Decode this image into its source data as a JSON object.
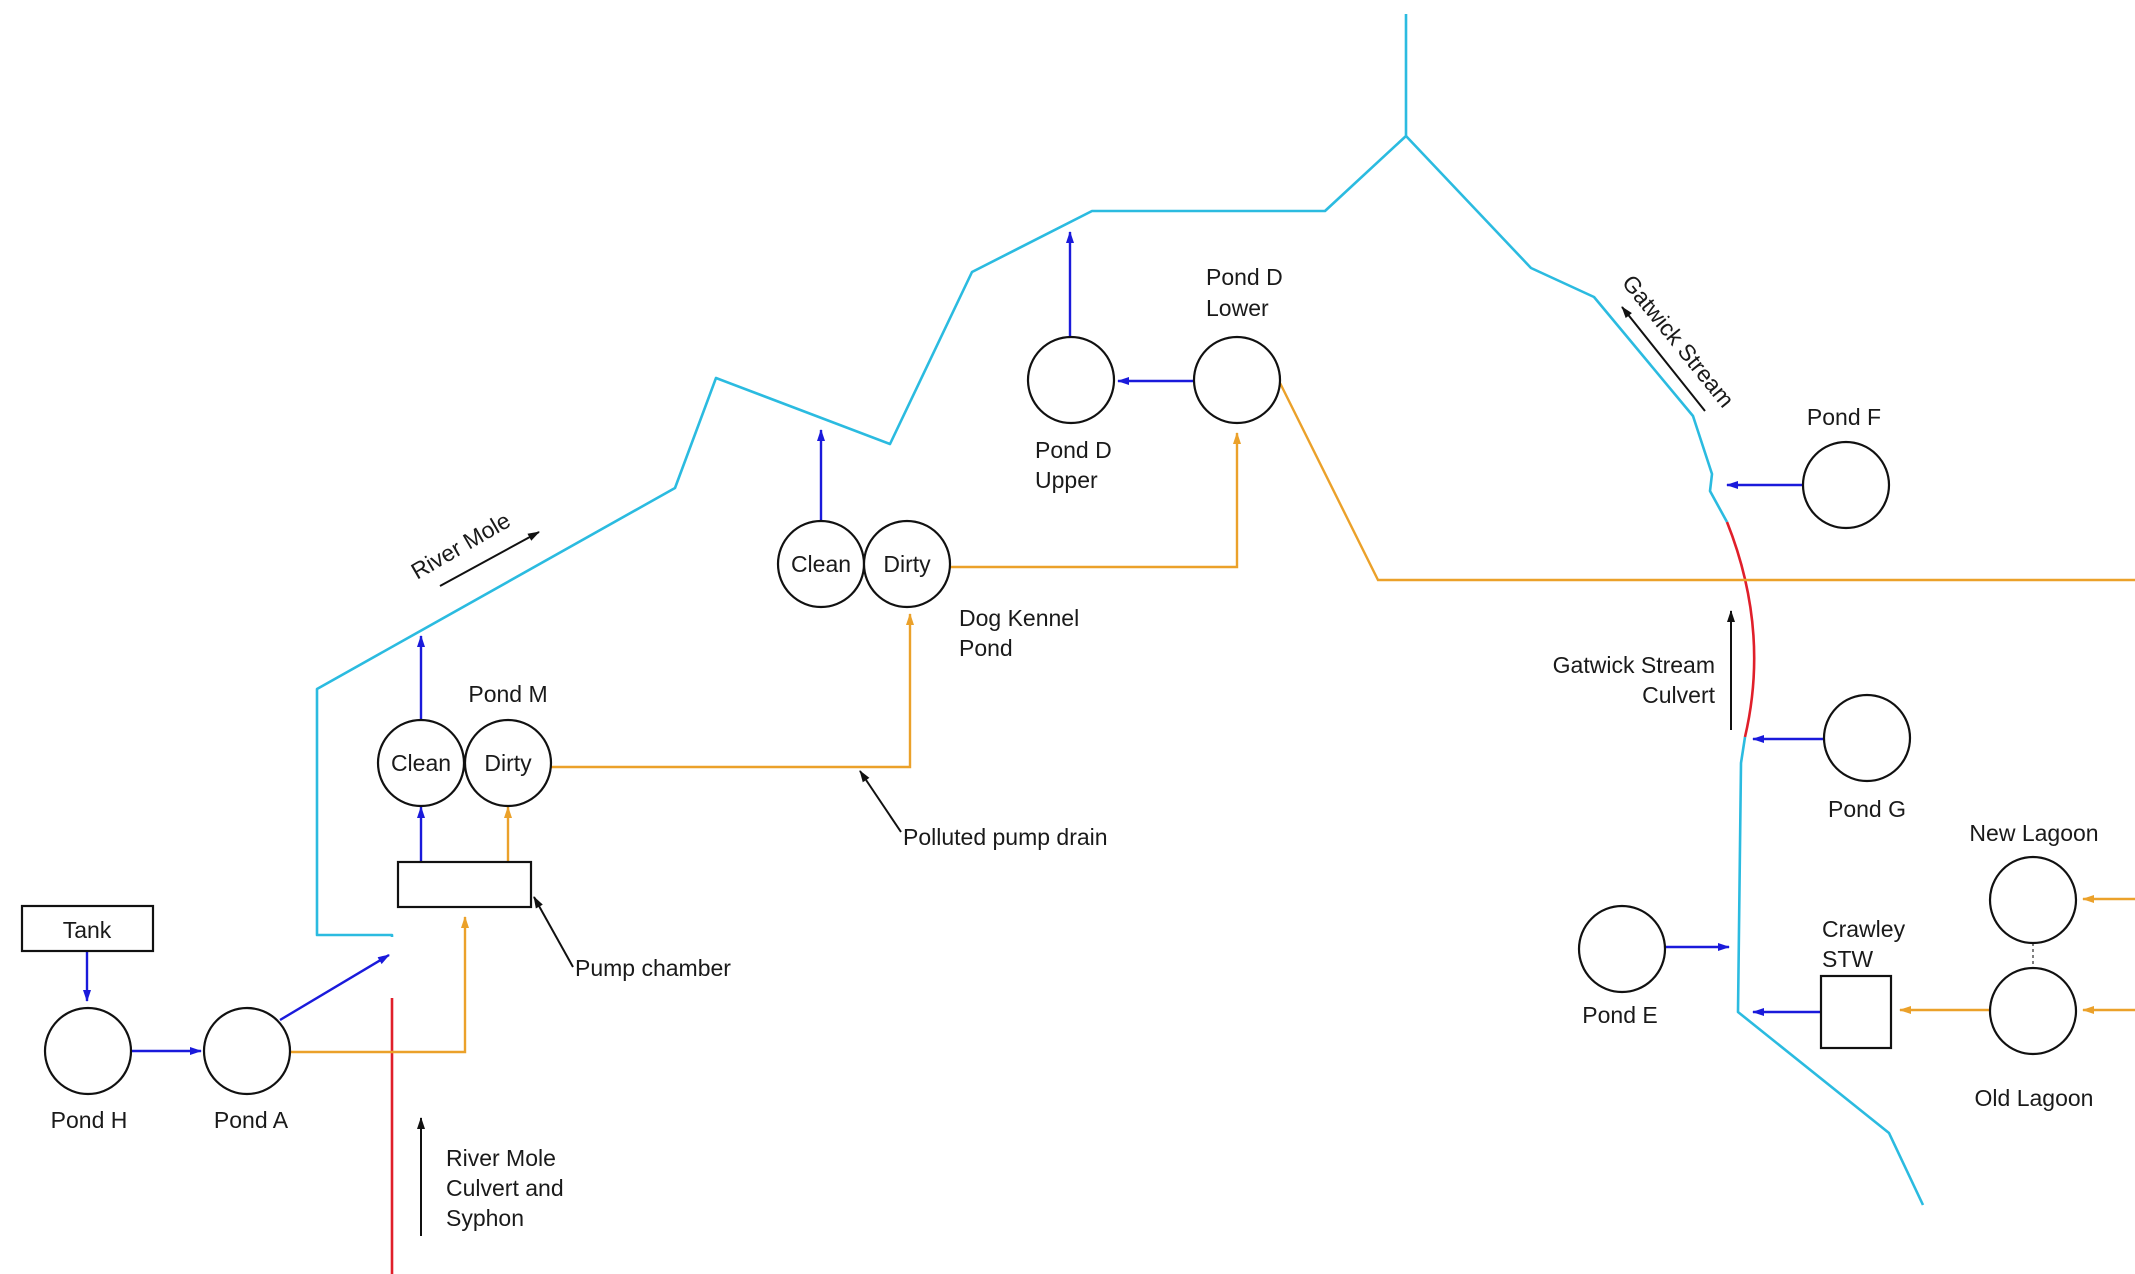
{
  "colors": {
    "watercourse": "#2bbbe0",
    "culvert": "#e01f2a",
    "clean_flow": "#1a1adb",
    "polluted_flow": "#eba12a",
    "outline": "#111111"
  },
  "watercourses": {
    "river_mole": "River Mole",
    "gatwick_stream": "Gatwick Stream",
    "river_mole_culvert": [
      "River Mole",
      "Culvert and",
      "Syphon"
    ],
    "gatwick_stream_culvert": [
      "Gatwick Stream",
      "Culvert"
    ]
  },
  "nodes": {
    "tank": "Tank",
    "pond_h": "Pond H",
    "pond_a": "Pond A",
    "pond_m": "Pond M",
    "pond_m_clean": "Clean",
    "pond_m_dirty": "Dirty",
    "dog_kennel_clean": "Clean",
    "dog_kennel_dirty": "Dirty",
    "dog_kennel_pond": [
      "Dog Kennel",
      "Pond"
    ],
    "pond_d_upper": [
      "Pond D",
      "Upper"
    ],
    "pond_d_lower": [
      "Pond D",
      "Lower"
    ],
    "pond_f": "Pond F",
    "pond_g": "Pond G",
    "pond_e": "Pond E",
    "crawley_stw": [
      "Crawley",
      "STW"
    ],
    "new_lagoon": "New Lagoon",
    "old_lagoon": "Old Lagoon"
  },
  "annotations": {
    "pump_chamber": "Pump chamber",
    "polluted_pump_drain": "Polluted pump drain"
  }
}
